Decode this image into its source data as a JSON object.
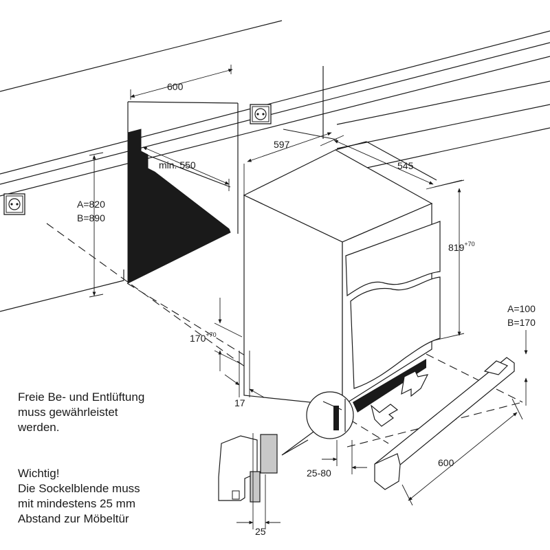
{
  "dimensions": {
    "niche_width": "600",
    "niche_depth": "min. 550",
    "niche_height_a": "A=820",
    "niche_height_b": "B=890",
    "appliance_width": "597",
    "appliance_depth": "545",
    "appliance_height": "819",
    "appliance_height_tolerance": "+70",
    "plinth_gap": "170",
    "plinth_gap_tolerance": "+70",
    "plinth_height_a": "A=100",
    "plinth_height_b": "B=170",
    "plinth_width": "600",
    "side_offset": "17",
    "door_offset": "25-80",
    "min_plinth_distance": "25"
  },
  "notes": {
    "ventilation": [
      "Freie Be- und Entlüftung",
      "muss gewährleistet",
      "werden."
    ],
    "important": [
      "Wichtig!",
      "Die Sockelblende muss",
      "mit mindestens 25 mm",
      "Abstand zur Möbeltür"
    ]
  },
  "icons": [
    "power-socket-icon",
    "power-socket-icon",
    "airflow-arrow-icon"
  ]
}
